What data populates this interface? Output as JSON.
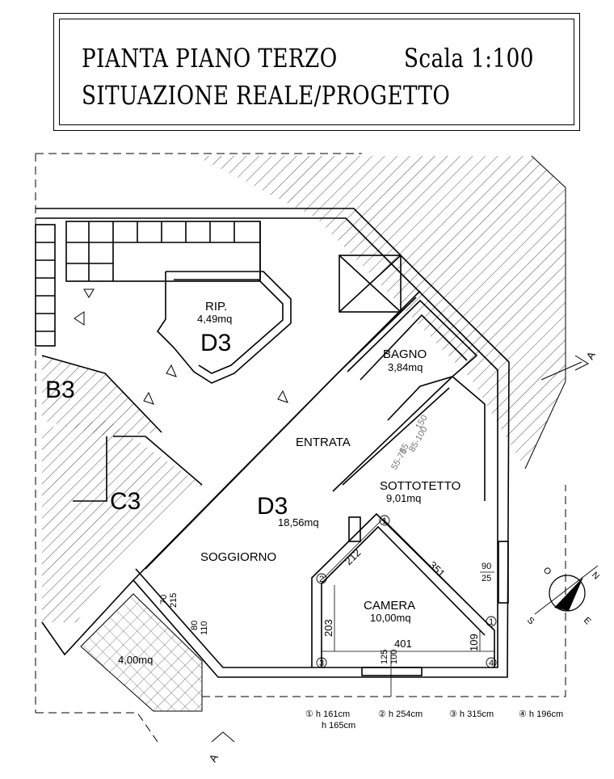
{
  "title_block": {
    "line1_left": "PIANTA PIANO TERZO",
    "line1_right": "Scala 1:100",
    "line2": "SITUAZIONE REALE/PROGETTO"
  },
  "rooms": {
    "rip_name": "RIP.",
    "rip_area": "4,49mq",
    "rip_unit": "D3",
    "bagno_name": "BAGNO",
    "bagno_area": "3,84mq",
    "b3_unit": "B3",
    "entrata_name": "ENTRATA",
    "c3_unit": "C3",
    "main_unit": "D3",
    "main_area": "18,56mq",
    "soggiorno_name": "SOGGIORNO",
    "sottotetto_name": "SOTTOTETTO",
    "sottotetto_area": "9,01mq",
    "camera_name": "CAMERA",
    "camera_area": "10,00mq",
    "terrace_area": "4,00mq"
  },
  "dimensions": {
    "d212": "212",
    "d351": "351",
    "d203": "203",
    "d401": "401",
    "d109": "109",
    "d125": "125",
    "d100": "100",
    "w90": "90",
    "w25": "25",
    "w70": "70",
    "w215": "215",
    "w80": "80",
    "w110": "110",
    "h150": "150",
    "h85_100": "85-100",
    "h65": "65",
    "h55_75": "55-75"
  },
  "points": {
    "p1": "1",
    "p2": "2",
    "p3": "3",
    "p4": "4"
  },
  "section": {
    "a": "A"
  },
  "compass": {
    "o": "O",
    "n": "N",
    "s": "S",
    "e": "E"
  },
  "legend": {
    "h1a": "① h 161cm",
    "h1b": "h 165cm",
    "h2": "② h 254cm",
    "h3": "③ h 315cm",
    "h4": "④ h 196cm"
  }
}
